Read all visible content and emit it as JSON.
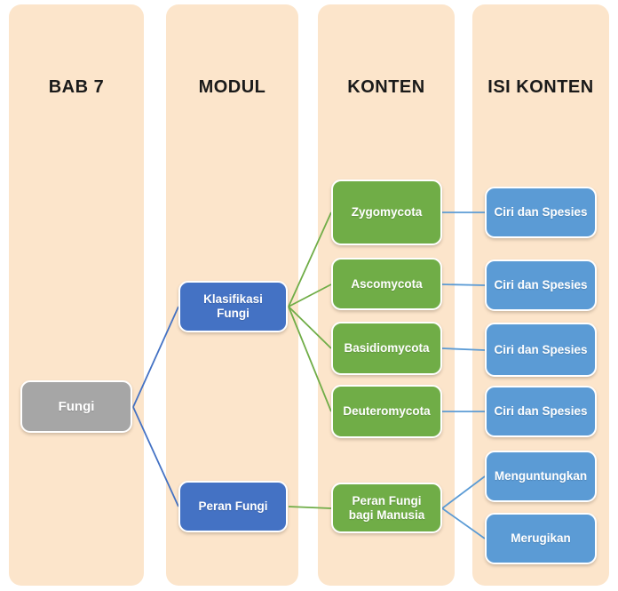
{
  "columns": [
    {
      "header": "BAB 7"
    },
    {
      "header": "MODUL"
    },
    {
      "header": "KONTEN"
    },
    {
      "header": "ISI KONTEN"
    }
  ],
  "nodes": {
    "root": {
      "label": "Fungi"
    },
    "modul": [
      {
        "label": "Klasifikasi Fungi"
      },
      {
        "label": "Peran Fungi"
      }
    ],
    "konten": [
      {
        "label": "Zygomycota"
      },
      {
        "label": "Ascomycota"
      },
      {
        "label": "Basidiomycota"
      },
      {
        "label": "Deuteromycota"
      },
      {
        "label": "Peran Fungi bagi Manusia"
      }
    ],
    "isi_konten": [
      {
        "label": "Ciri dan Spesies"
      },
      {
        "label": "Ciri dan Spesies"
      },
      {
        "label": "Ciri dan Spesies"
      },
      {
        "label": "Ciri dan Spesies"
      },
      {
        "label": "Menguntungkan"
      },
      {
        "label": "Merugikan"
      }
    ]
  },
  "colors": {
    "column-bg": "#FCE5CB",
    "node-root": "#A6A6A6",
    "node-modul": "#4472C4",
    "node-konten": "#70AD47",
    "node-isi": "#5B9BD5",
    "line-blue": "#4472C4",
    "line-green": "#70AD47",
    "line-lightblue": "#5B9BD5",
    "header-text": "#1A1A1A",
    "node-text": "#FFFFFF"
  }
}
